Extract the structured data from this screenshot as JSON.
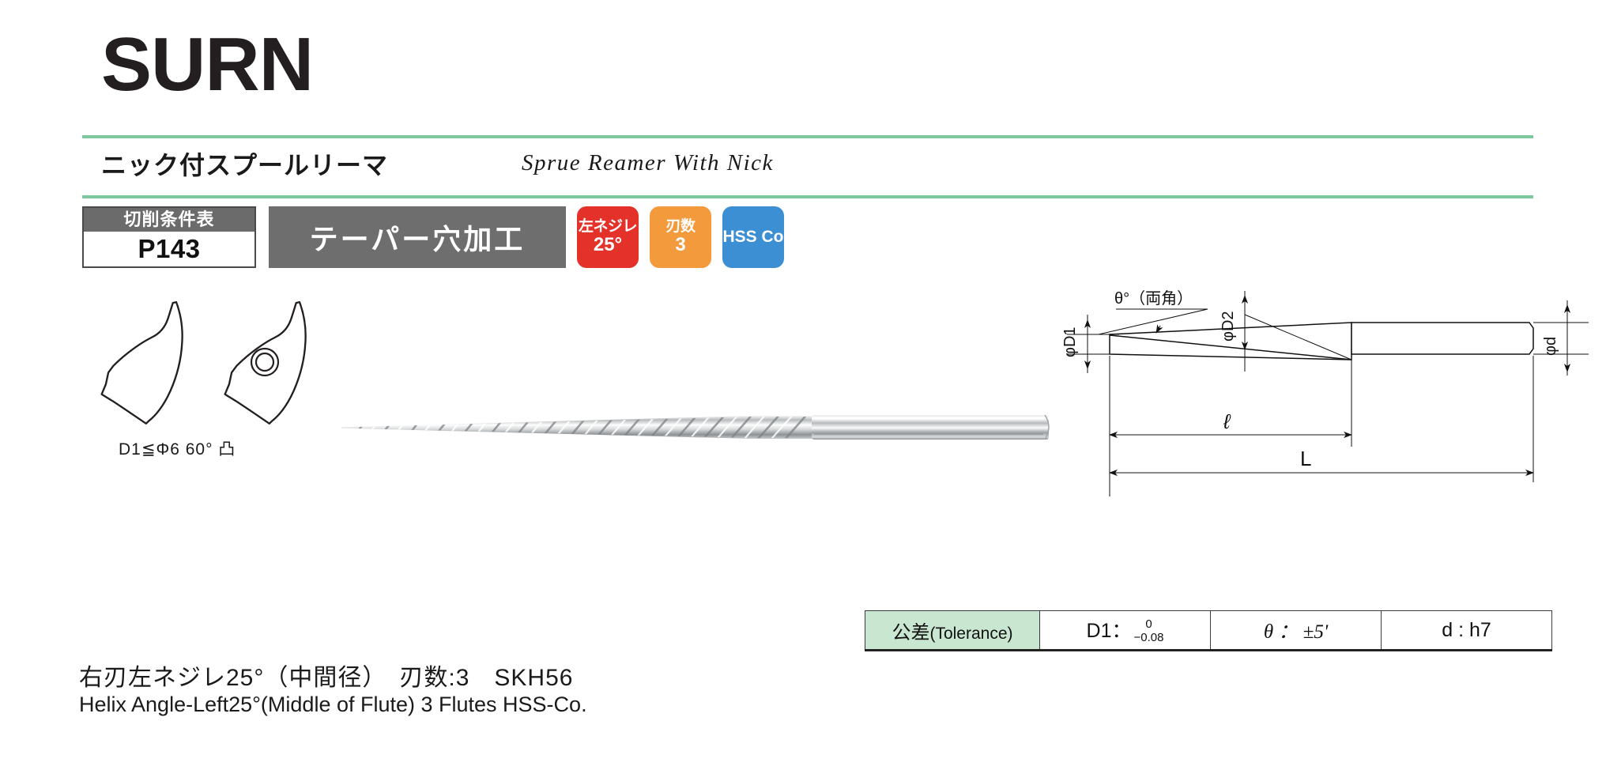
{
  "header": {
    "product_code": "SURN",
    "subtitle_ja": "ニック付スプールリーマ",
    "subtitle_en": "Sprue  Reamer  With  Nick"
  },
  "badges": {
    "cutting_table_label": "切削条件表",
    "cutting_table_page": "P143",
    "process": "テーパー穴加工",
    "chips": [
      {
        "name": "helix-angle-chip",
        "line1": "左ネジレ",
        "line2": "25°",
        "color": "#e4322b"
      },
      {
        "name": "flute-count-chip",
        "line1": "刃数",
        "line2": "3",
        "color": "#f29a3c"
      },
      {
        "name": "material-chip",
        "line1": "HSS Co",
        "line2": "",
        "color": "#3b8fd2"
      }
    ]
  },
  "flute_section": {
    "caption": "D1≦Φ6  60°  凸"
  },
  "drawing": {
    "label_theta": "θ°（両角）",
    "label_d1": "φD1",
    "label_d2": "φD2",
    "label_d": "φd",
    "label_l_small": "ℓ",
    "label_l_large": "L"
  },
  "tolerance": {
    "header_ja": "公差",
    "header_en": "(Tolerance)",
    "rows": [
      {
        "label": "D1：",
        "upper": "0",
        "lower": "−0.08"
      },
      {
        "label": "θ ： ±5'"
      },
      {
        "label": "d : h7"
      }
    ]
  },
  "spec": {
    "ja": "右刃左ネジレ25°（中間径）　刃数:3　SKH56",
    "en": "Helix Angle-Left25°(Middle of Flute)   3 Flutes   HSS-Co."
  },
  "colors": {
    "rule_green": "#7ec8a0",
    "table_header_green": "#c9e6d1",
    "gray_box": "#6e6e6e",
    "dark_gray": "#4a4a4a"
  }
}
